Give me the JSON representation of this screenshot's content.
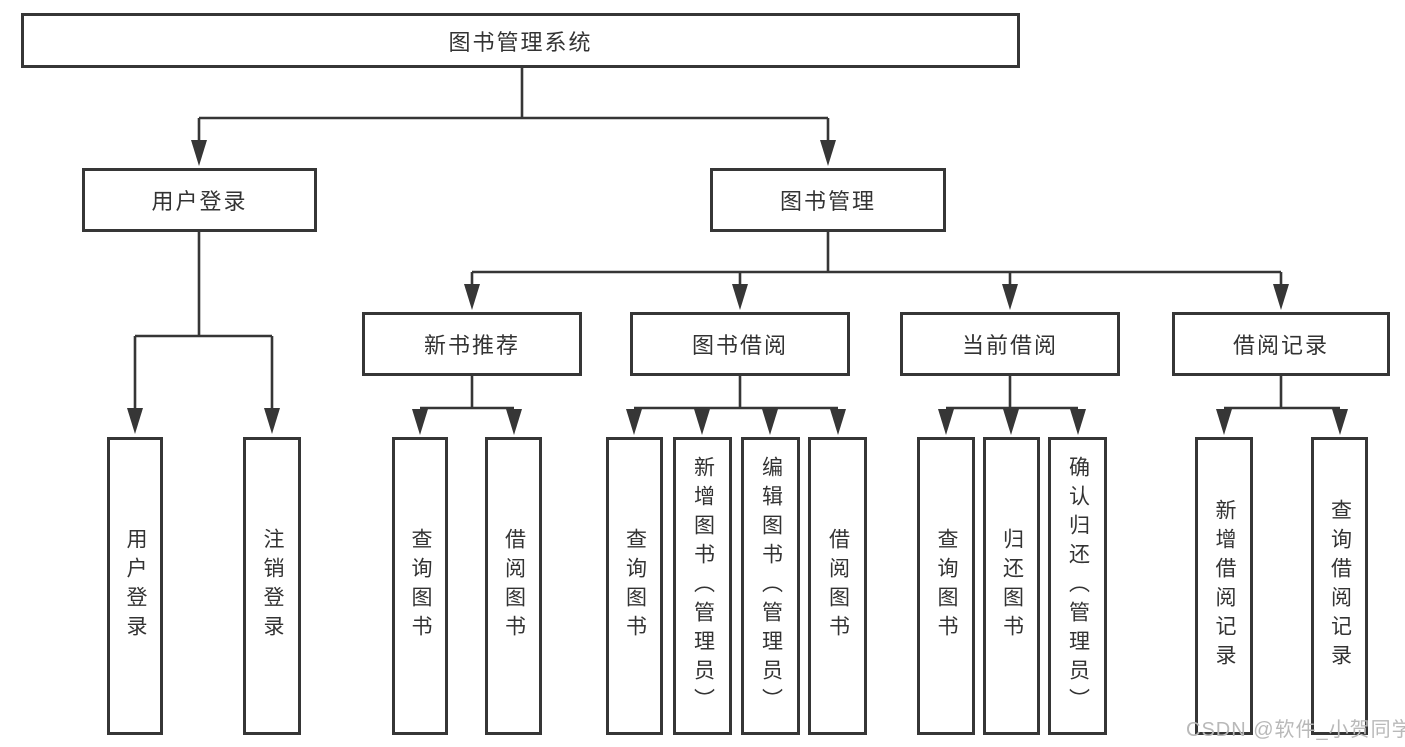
{
  "tree": {
    "root": {
      "label": "图书管理系统"
    },
    "branches": [
      {
        "label": "用户登录",
        "children": [
          {
            "label": "用户登录"
          },
          {
            "label": "注销登录"
          }
        ]
      },
      {
        "label": "图书管理",
        "children": [
          {
            "label": "新书推荐",
            "children": [
              {
                "label": "查询图书"
              },
              {
                "label": "借阅图书"
              }
            ]
          },
          {
            "label": "图书借阅",
            "children": [
              {
                "label": "查询图书"
              },
              {
                "label": "新增图书（管理员）"
              },
              {
                "label": "编辑图书（管理员）"
              },
              {
                "label": "借阅图书"
              }
            ]
          },
          {
            "label": "当前借阅",
            "children": [
              {
                "label": "查询图书"
              },
              {
                "label": "归还图书"
              },
              {
                "label": "确认归还（管理员）"
              }
            ]
          },
          {
            "label": "借阅记录",
            "children": [
              {
                "label": "新增借阅记录"
              },
              {
                "label": "查询借阅记录"
              }
            ]
          }
        ]
      }
    ]
  },
  "watermark": {
    "text": "CSDN @软件_小贺同学",
    "color": "#b9b9b9"
  },
  "colors": {
    "line": "#363636",
    "box_border": "#363636",
    "text": "#333333",
    "background": "#ffffff"
  }
}
